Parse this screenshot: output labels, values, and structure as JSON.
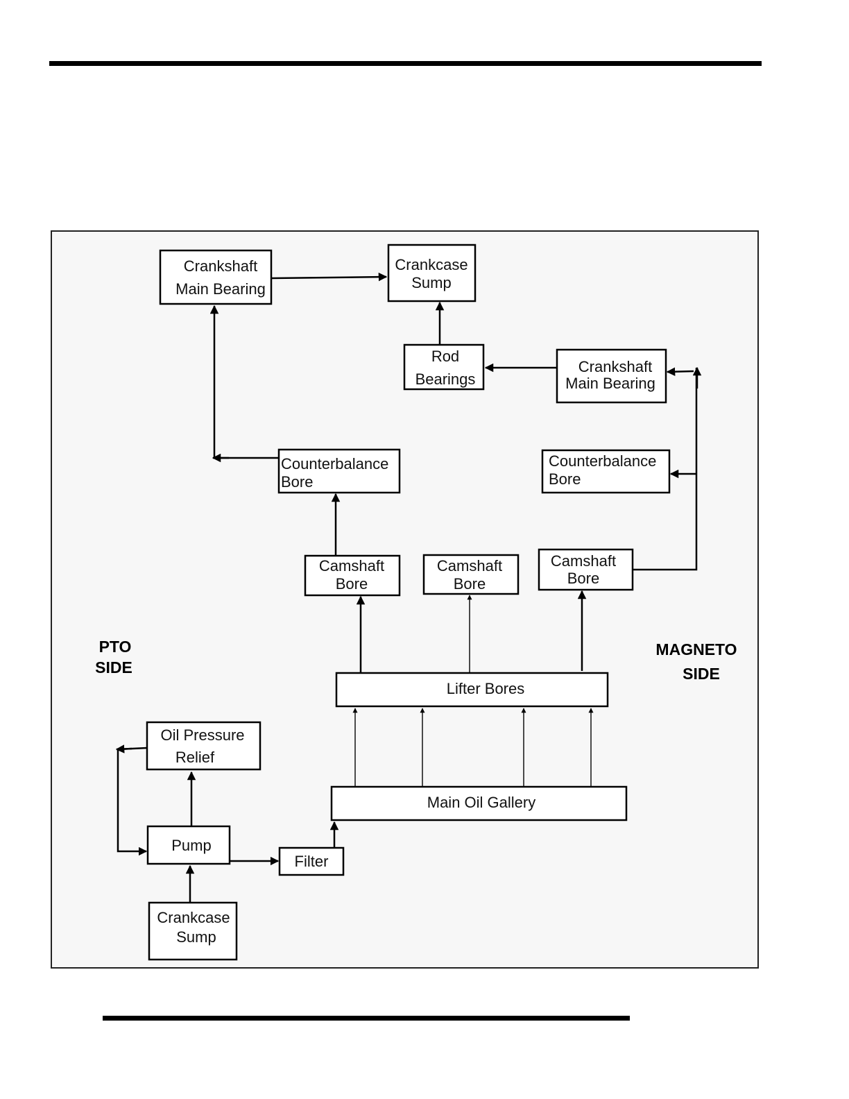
{
  "nodes": {
    "crankshaft_main_bearing_pto": {
      "line1": "Crankshaft",
      "line2": "Main Bearing"
    },
    "crankcase_sump_top": {
      "line1": "Crankcase",
      "line2": "Sump"
    },
    "rod_bearings": {
      "line1": "Rod",
      "line2": "Bearings"
    },
    "crankshaft_main_bearing_mag": {
      "line1": "Crankshaft",
      "line2": "Main Bearing"
    },
    "counterbalance_bore_pto": {
      "line1": "Counterbalance",
      "line2": "Bore"
    },
    "counterbalance_bore_mag": {
      "line1": "Counterbalance",
      "line2": "Bore"
    },
    "camshaft_bore_1": {
      "line1": "Camshaft",
      "line2": "Bore"
    },
    "camshaft_bore_2": {
      "line1": "Camshaft",
      "line2": "Bore"
    },
    "camshaft_bore_3": {
      "line1": "Camshaft",
      "line2": "Bore"
    },
    "lifter_bores": {
      "line1": "Lifter Bores"
    },
    "oil_pressure_relief": {
      "line1": "Oil Pressure",
      "line2": "Relief"
    },
    "main_oil_gallery": {
      "line1": "Main Oil Gallery"
    },
    "pump": {
      "line1": "Pump"
    },
    "filter": {
      "line1": "Filter"
    },
    "crankcase_sump_bottom": {
      "line1": "Crankcase",
      "line2": "Sump"
    }
  },
  "sides": {
    "pto": {
      "line1": "PTO",
      "line2": "SIDE"
    },
    "magneto": {
      "line1": "MAGNETO",
      "line2": "SIDE"
    }
  },
  "edges": [
    {
      "from": "crankcase_sump_bottom",
      "to": "pump"
    },
    {
      "from": "pump",
      "to": "oil_pressure_relief"
    },
    {
      "from": "oil_pressure_relief",
      "to": "pump"
    },
    {
      "from": "pump",
      "to": "filter"
    },
    {
      "from": "filter",
      "to": "main_oil_gallery"
    },
    {
      "from": "main_oil_gallery",
      "to": "lifter_bores"
    },
    {
      "from": "lifter_bores",
      "to": "camshaft_bore_1"
    },
    {
      "from": "lifter_bores",
      "to": "camshaft_bore_2"
    },
    {
      "from": "lifter_bores",
      "to": "camshaft_bore_3"
    },
    {
      "from": "camshaft_bore_1",
      "to": "counterbalance_bore_pto"
    },
    {
      "from": "counterbalance_bore_pto",
      "to": "crankshaft_main_bearing_pto"
    },
    {
      "from": "crankshaft_main_bearing_pto",
      "to": "crankcase_sump_top"
    },
    {
      "from": "camshaft_bore_3",
      "to": "counterbalance_bore_mag"
    },
    {
      "from": "camshaft_bore_3",
      "to": "crankshaft_main_bearing_mag"
    },
    {
      "from": "crankshaft_main_bearing_mag",
      "to": "rod_bearings"
    },
    {
      "from": "rod_bearings",
      "to": "crankcase_sump_top"
    }
  ]
}
